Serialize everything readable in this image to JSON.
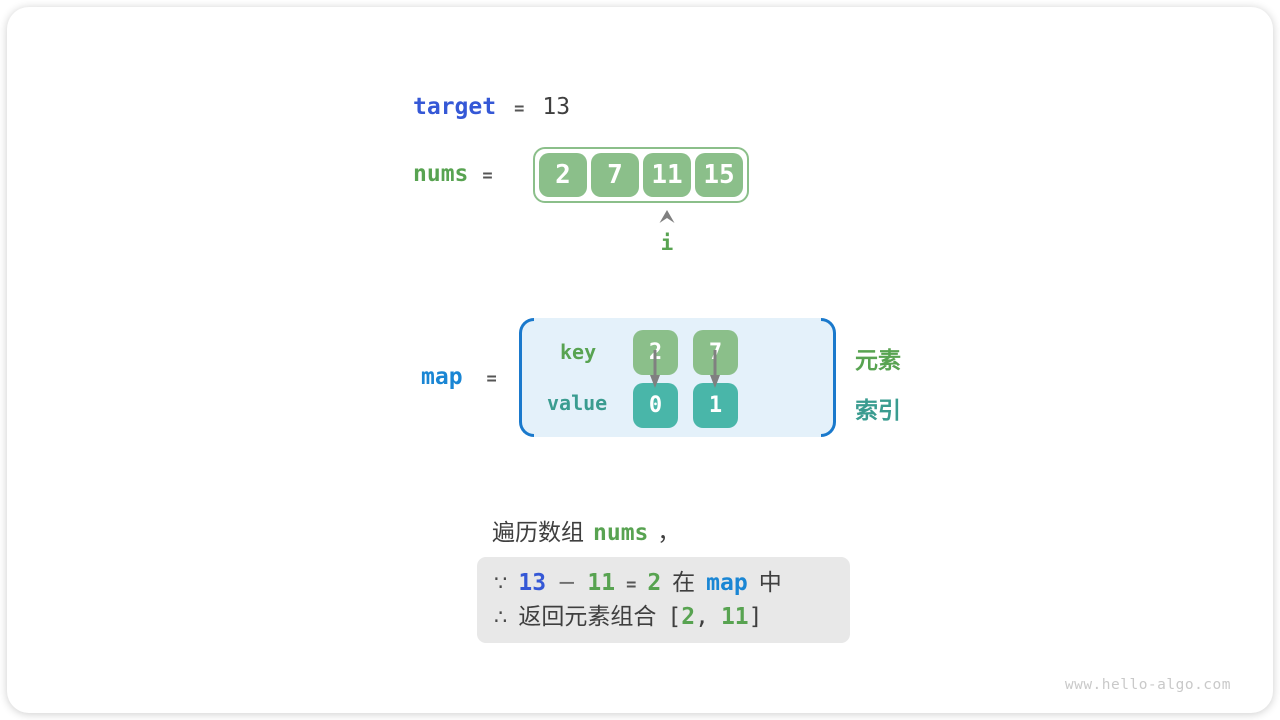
{
  "colors": {
    "green_fill": "#8bbf8a",
    "teal_fill": "#49b6a9",
    "green_text": "#58a351",
    "teal_text": "#3a9c90",
    "royal_blue": "#3558d6",
    "azure_blue": "#1a86d4",
    "bracket_blue": "#1a79cc",
    "map_background": "#e4f1fa",
    "dark_text": "#3f3f3f",
    "operator_gray": "#6e6e6e",
    "conclusion_box_background": "#e8e8e8",
    "watermark_gray": "#c9c9c9",
    "arrow_gray": "#808080"
  },
  "target_row": {
    "label": "target",
    "equals": "=",
    "value": "13"
  },
  "nums_row": {
    "label": "nums",
    "equals": "=",
    "values": [
      "2",
      "7",
      "11",
      "15"
    ],
    "pointer": {
      "label": "i",
      "index": 2
    }
  },
  "map_row": {
    "label": "map",
    "equals": "=",
    "key_label": "key",
    "value_label": "value",
    "entries": [
      {
        "key": "2",
        "value": "0"
      },
      {
        "key": "7",
        "value": "1"
      }
    ],
    "side_labels": {
      "element": "元素",
      "index": "索引"
    }
  },
  "caption": {
    "prefix": "遍历数组",
    "code": "nums",
    "suffix": "，"
  },
  "conclusion": {
    "line1": {
      "because": "∵",
      "target": "13",
      "minus": "−",
      "num": "11",
      "equals": "=",
      "result": "2",
      "in_word": "在",
      "map": "map",
      "suffix": "中"
    },
    "line2": {
      "therefore": "∴",
      "text": "返回元素组合",
      "open": "[",
      "v1": "2",
      "comma": ",",
      "v2": "11",
      "close": "]"
    }
  },
  "watermark": "www.hello-algo.com"
}
